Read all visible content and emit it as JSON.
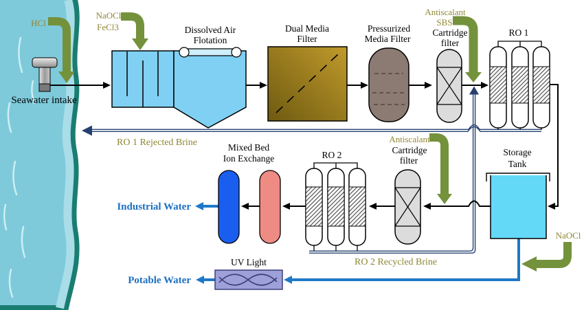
{
  "colors": {
    "sea_body": "#7ECADB",
    "sea_light": "#A9DDE8",
    "sea_streak": "#CDEEF2",
    "teal_border": "#1A7D72",
    "tank_blue": "#7FD0F2",
    "storage_cyan": "#63D9F7",
    "gold_dark": "#6E5A10",
    "gold_light": "#C09A2C",
    "pmf_brown": "#8B7B72",
    "cartridge_gray": "#DCDCDC",
    "mixedbed_blue": "#1A5EF0",
    "mixedbed_pink": "#EE8B83",
    "uv_fill": "#9EA1D9",
    "uv_stroke": "#3C3F77",
    "green_arrow": "#74913C",
    "olive_text": "#8E8733",
    "blue_line": "#1E78C8",
    "navy_line": "#24406E",
    "blue_text": "#1B6FC2",
    "skimmer_fill": "#CFEEFC"
  },
  "chemicals": {
    "hcl": "HCl",
    "naocl": "NaOCl",
    "fecl3": "FeCl3",
    "antiscalant_sbs": {
      "line1": "Antiscalant",
      "line2": "SBS"
    },
    "antiscalant": "Antiscalant",
    "naocl_post": "NaOCl"
  },
  "units": {
    "intake": "Seawater intake",
    "daf": {
      "line1": "Dissolved Air",
      "line2": "Flotation"
    },
    "dmf": {
      "line1": "Dual Media",
      "line2": "Filter"
    },
    "pmf": {
      "line1": "Pressurized",
      "line2": "Media Filter"
    },
    "cartridge1": {
      "line1": "Cartridge",
      "line2": "filter"
    },
    "ro1": "RO 1",
    "mixed_bed": {
      "line1": "Mixed Bed",
      "line2": "Ion Exchange"
    },
    "ro2": "RO 2",
    "cartridge2": {
      "line1": "Cartridge",
      "line2": "filter"
    },
    "storage": {
      "line1": "Storage",
      "line2": "Tank"
    },
    "uv": "UV Light"
  },
  "streams": {
    "ro1_rejected_brine": "RO 1 Rejected Brine",
    "ro2_recycled_brine": "RO 2 Recycled Brine",
    "industrial_water": "Industrial Water",
    "potable_water": "Potable Water"
  }
}
